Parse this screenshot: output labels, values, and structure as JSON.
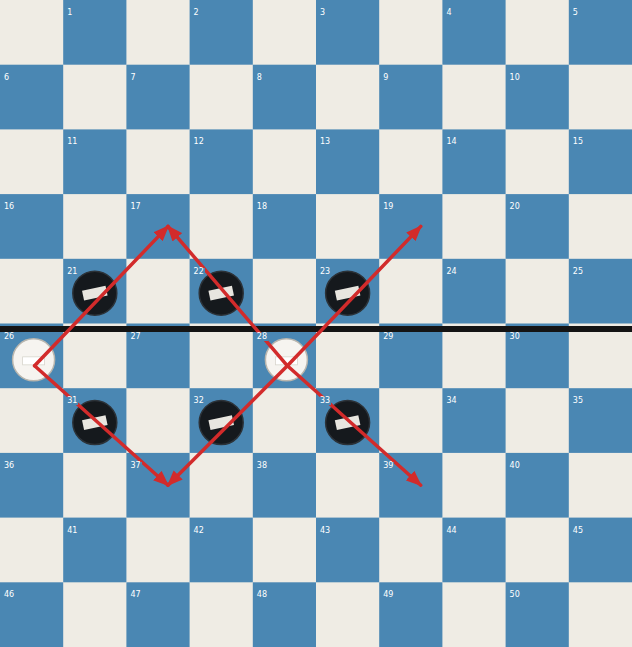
{
  "diagram": {
    "nodes": [
      {
        "text": [
          "1"
        ]
      },
      {
        "text": [
          "2"
        ]
      },
      {
        "text": [
          "3"
        ]
      },
      {
        "text": [
          "4"
        ]
      },
      {
        "text": [
          "5"
        ]
      },
      {
        "text": [
          "6"
        ]
      },
      {
        "text": [
          "7"
        ]
      },
      {
        "text": [
          "8"
        ]
      },
      {
        "text": [
          "9"
        ]
      },
      {
        "text": [
          "10"
        ]
      },
      {
        "text": [
          "11"
        ]
      },
      {
        "text": [
          "12"
        ]
      },
      {
        "text": [
          "13"
        ]
      },
      {
        "text": [
          "14"
        ]
      },
      {
        "text": [
          "15"
        ]
      },
      {
        "text": [
          "16"
        ]
      },
      {
        "text": [
          "17"
        ]
      },
      {
        "text": [
          "18"
        ]
      },
      {
        "text": [
          "19"
        ]
      },
      {
        "text": [
          "20"
        ]
      },
      {
        "text": [
          "21"
        ]
      },
      {
        "text": [
          "22"
        ]
      },
      {
        "text": [
          "23"
        ]
      },
      {
        "text": [
          "24"
        ]
      },
      {
        "text": [
          "25"
        ]
      },
      {
        "text": [
          "26"
        ]
      },
      {
        "text": [
          "27"
        ]
      },
      {
        "text": [
          "28"
        ]
      },
      {
        "text": [
          "29"
        ]
      },
      {
        "text": [
          "30"
        ]
      },
      {
        "text": [
          "31"
        ]
      },
      {
        "text": [
          "32"
        ]
      },
      {
        "text": [
          "33"
        ]
      },
      {
        "text": [
          "34"
        ]
      },
      {
        "text": [
          "35"
        ]
      },
      {
        "text": [
          "36"
        ]
      },
      {
        "text": [
          "37"
        ]
      },
      {
        "text": [
          "38"
        ]
      },
      {
        "text": [
          "39"
        ]
      },
      {
        "text": [
          "40"
        ]
      },
      {
        "text": [
          "41"
        ]
      },
      {
        "text": [
          "42"
        ]
      },
      {
        "text": [
          "43"
        ]
      },
      {
        "text": [
          "44"
        ]
      },
      {
        "text": [
          "45"
        ]
      },
      {
        "text": [
          "46"
        ]
      },
      {
        "text": [
          "47"
        ]
      },
      {
        "text": [
          "48"
        ]
      },
      {
        "text": [
          "49"
        ]
      },
      {
        "text": [
          "50"
        ]
      }
    ],
    "edges": [
      {
        "from": 25,
        "to": 16,
        "arrow": "to"
      },
      {
        "from": 25,
        "to": 36,
        "arrow": "to"
      },
      {
        "from": 27,
        "to": 16,
        "arrow": "to"
      },
      {
        "from": 27,
        "to": 18,
        "arrow": "to"
      },
      {
        "from": 27,
        "to": 36,
        "arrow": "to"
      },
      {
        "from": 27,
        "to": 38,
        "arrow": "to"
      }
    ]
  }
}
